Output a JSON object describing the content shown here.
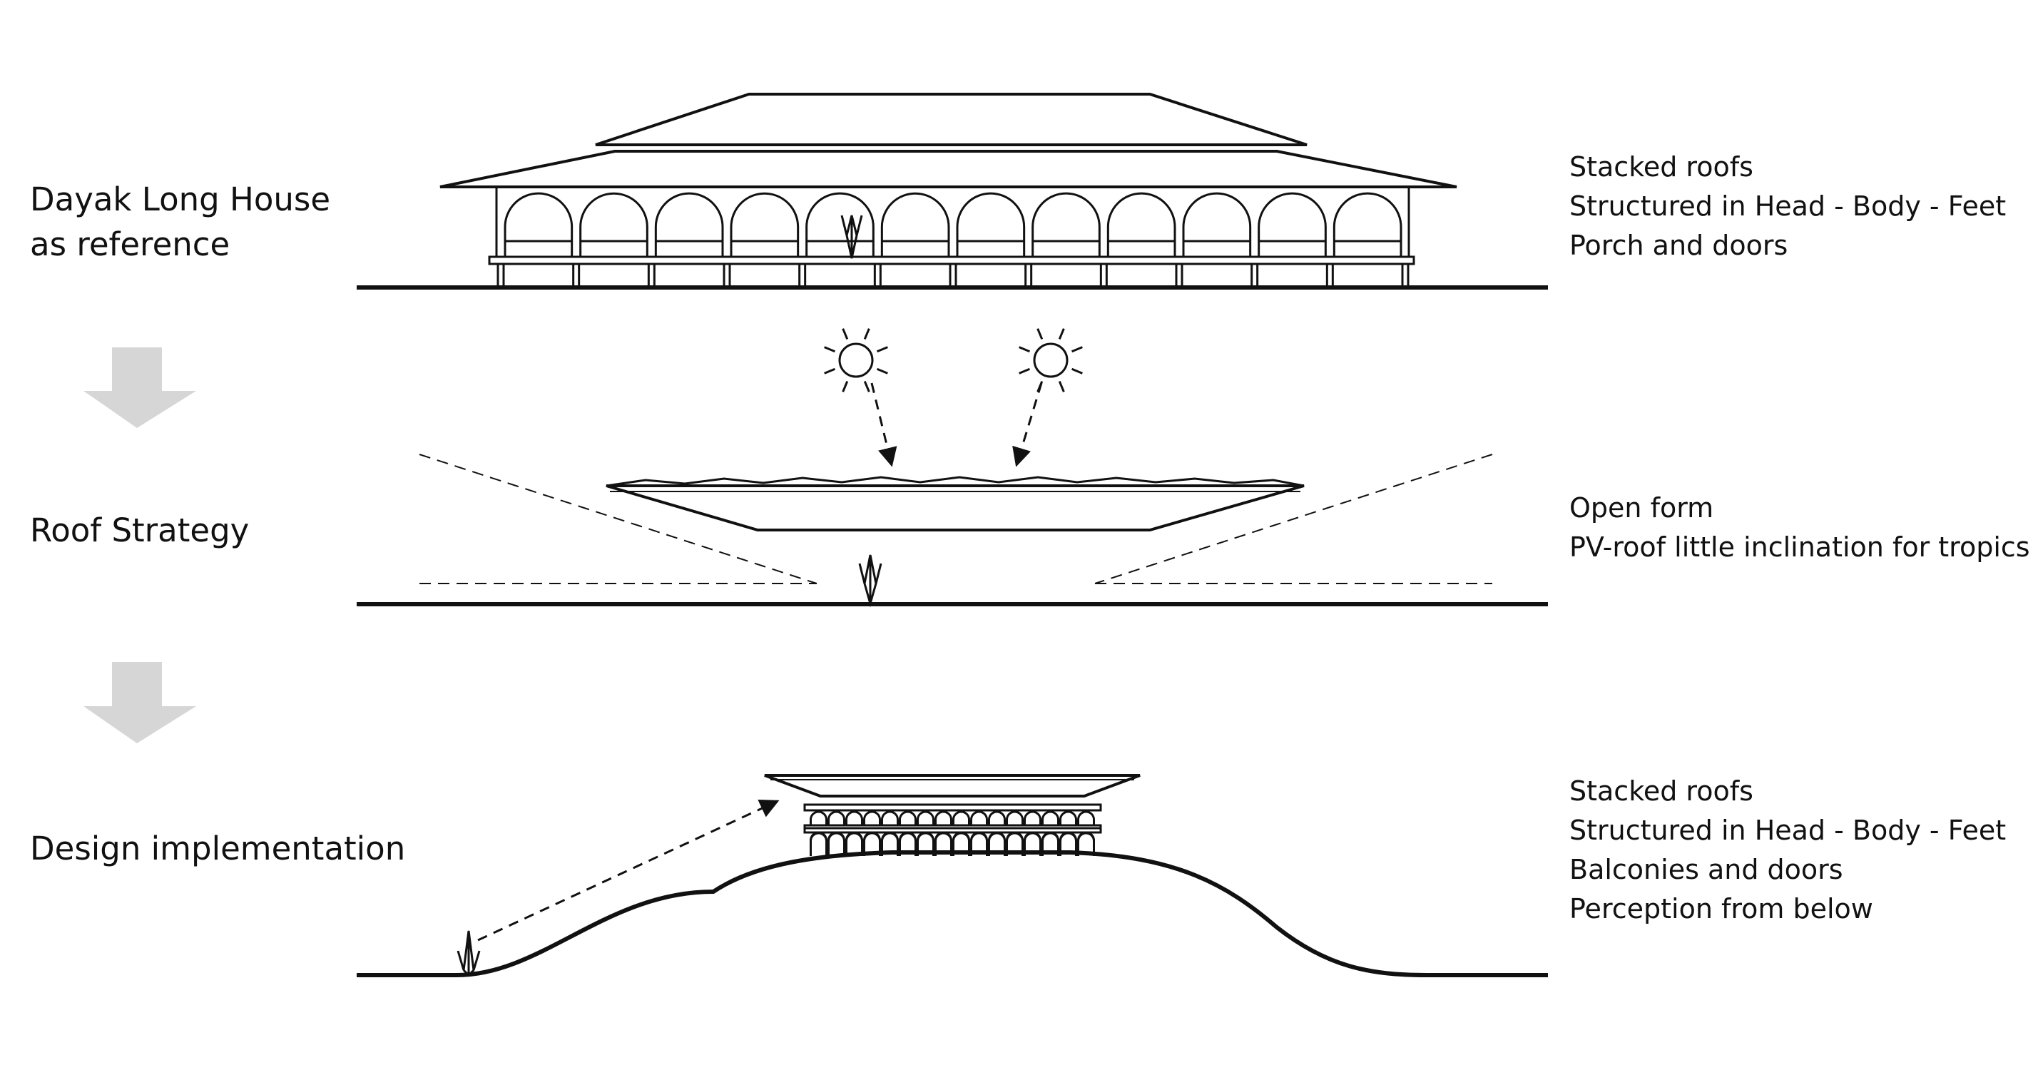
{
  "rows": [
    {
      "title_lines": [
        "Dayak Long House",
        "as reference"
      ],
      "notes": [
        "Stacked roofs",
        "Structured in Head - Body - Feet",
        "Porch and doors"
      ]
    },
    {
      "title_lines": [
        "Roof Strategy"
      ],
      "notes": [
        "Open form",
        "PV-roof little inclination for tropics"
      ]
    },
    {
      "title_lines": [
        "Design implementation"
      ],
      "notes": [
        "Stacked roofs",
        "Structured in Head - Body - Feet",
        "Balconies and doors",
        "Perception from below"
      ]
    }
  ],
  "colors": {
    "ink": "#111111",
    "arrow": "#d6d6d6",
    "background": "#ffffff"
  }
}
